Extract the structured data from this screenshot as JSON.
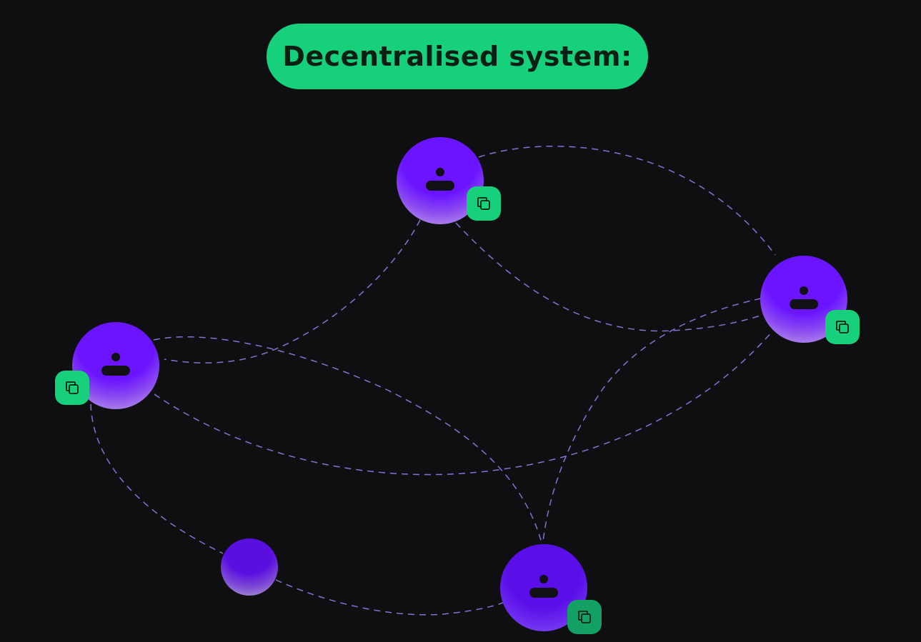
{
  "header": {
    "title": "Decentralised system:"
  },
  "theme": {
    "background": "#0f0f12",
    "accent_green": "#17d07c",
    "node_purple": "#6a14ff",
    "link_color": "#8f7fe8"
  },
  "nodes": [
    {
      "id": "node-top",
      "icon": "person-icon",
      "badge_icon": "copy-icon"
    },
    {
      "id": "node-right",
      "icon": "person-icon",
      "badge_icon": "copy-icon"
    },
    {
      "id": "node-left",
      "icon": "person-icon",
      "badge_icon": "copy-icon"
    },
    {
      "id": "node-bottom",
      "icon": "person-icon",
      "badge_icon": "copy-icon"
    },
    {
      "id": "node-small",
      "icon": "",
      "badge_icon": ""
    }
  ],
  "links": [
    [
      "node-top",
      "node-left"
    ],
    [
      "node-top",
      "node-right"
    ],
    [
      "node-top",
      "node-right"
    ],
    [
      "node-left",
      "node-right"
    ],
    [
      "node-left",
      "node-bottom"
    ],
    [
      "node-left",
      "node-small"
    ],
    [
      "node-right",
      "node-bottom"
    ],
    [
      "node-small",
      "node-bottom"
    ]
  ]
}
